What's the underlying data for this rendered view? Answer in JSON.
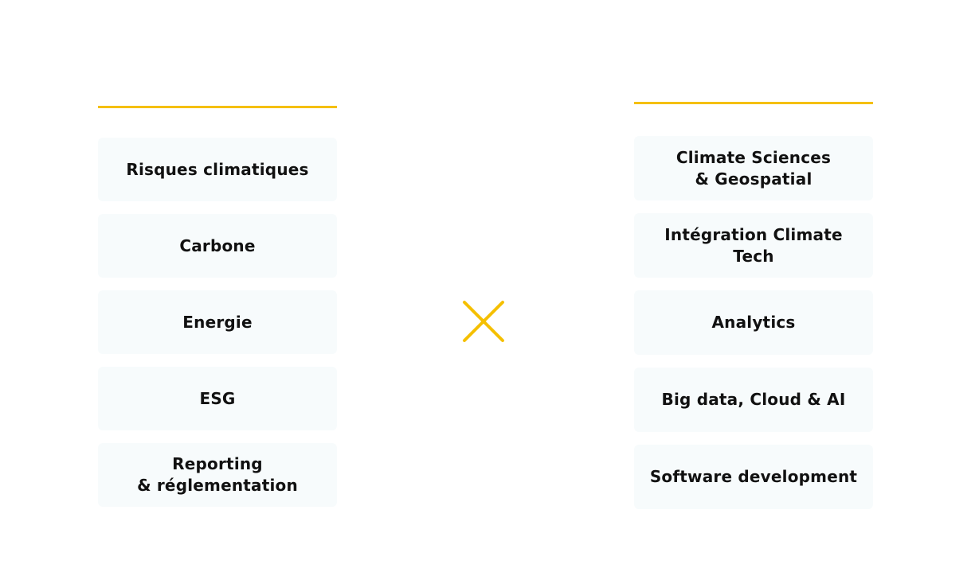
{
  "accent_color": "#f5c000",
  "left_column": {
    "items": [
      {
        "label": "Risques climatiques"
      },
      {
        "label": "Carbone"
      },
      {
        "label": "Energie"
      },
      {
        "label": "ESG"
      },
      {
        "label": "Reporting\n& réglementation"
      }
    ]
  },
  "center": {
    "icon": "cross-icon"
  },
  "right_column": {
    "items": [
      {
        "label": "Climate Sciences\n& Geospatial"
      },
      {
        "label": "Intégration Climate\nTech"
      },
      {
        "label": "Analytics"
      },
      {
        "label": "Big data, Cloud & AI"
      },
      {
        "label": "Software development"
      }
    ]
  }
}
